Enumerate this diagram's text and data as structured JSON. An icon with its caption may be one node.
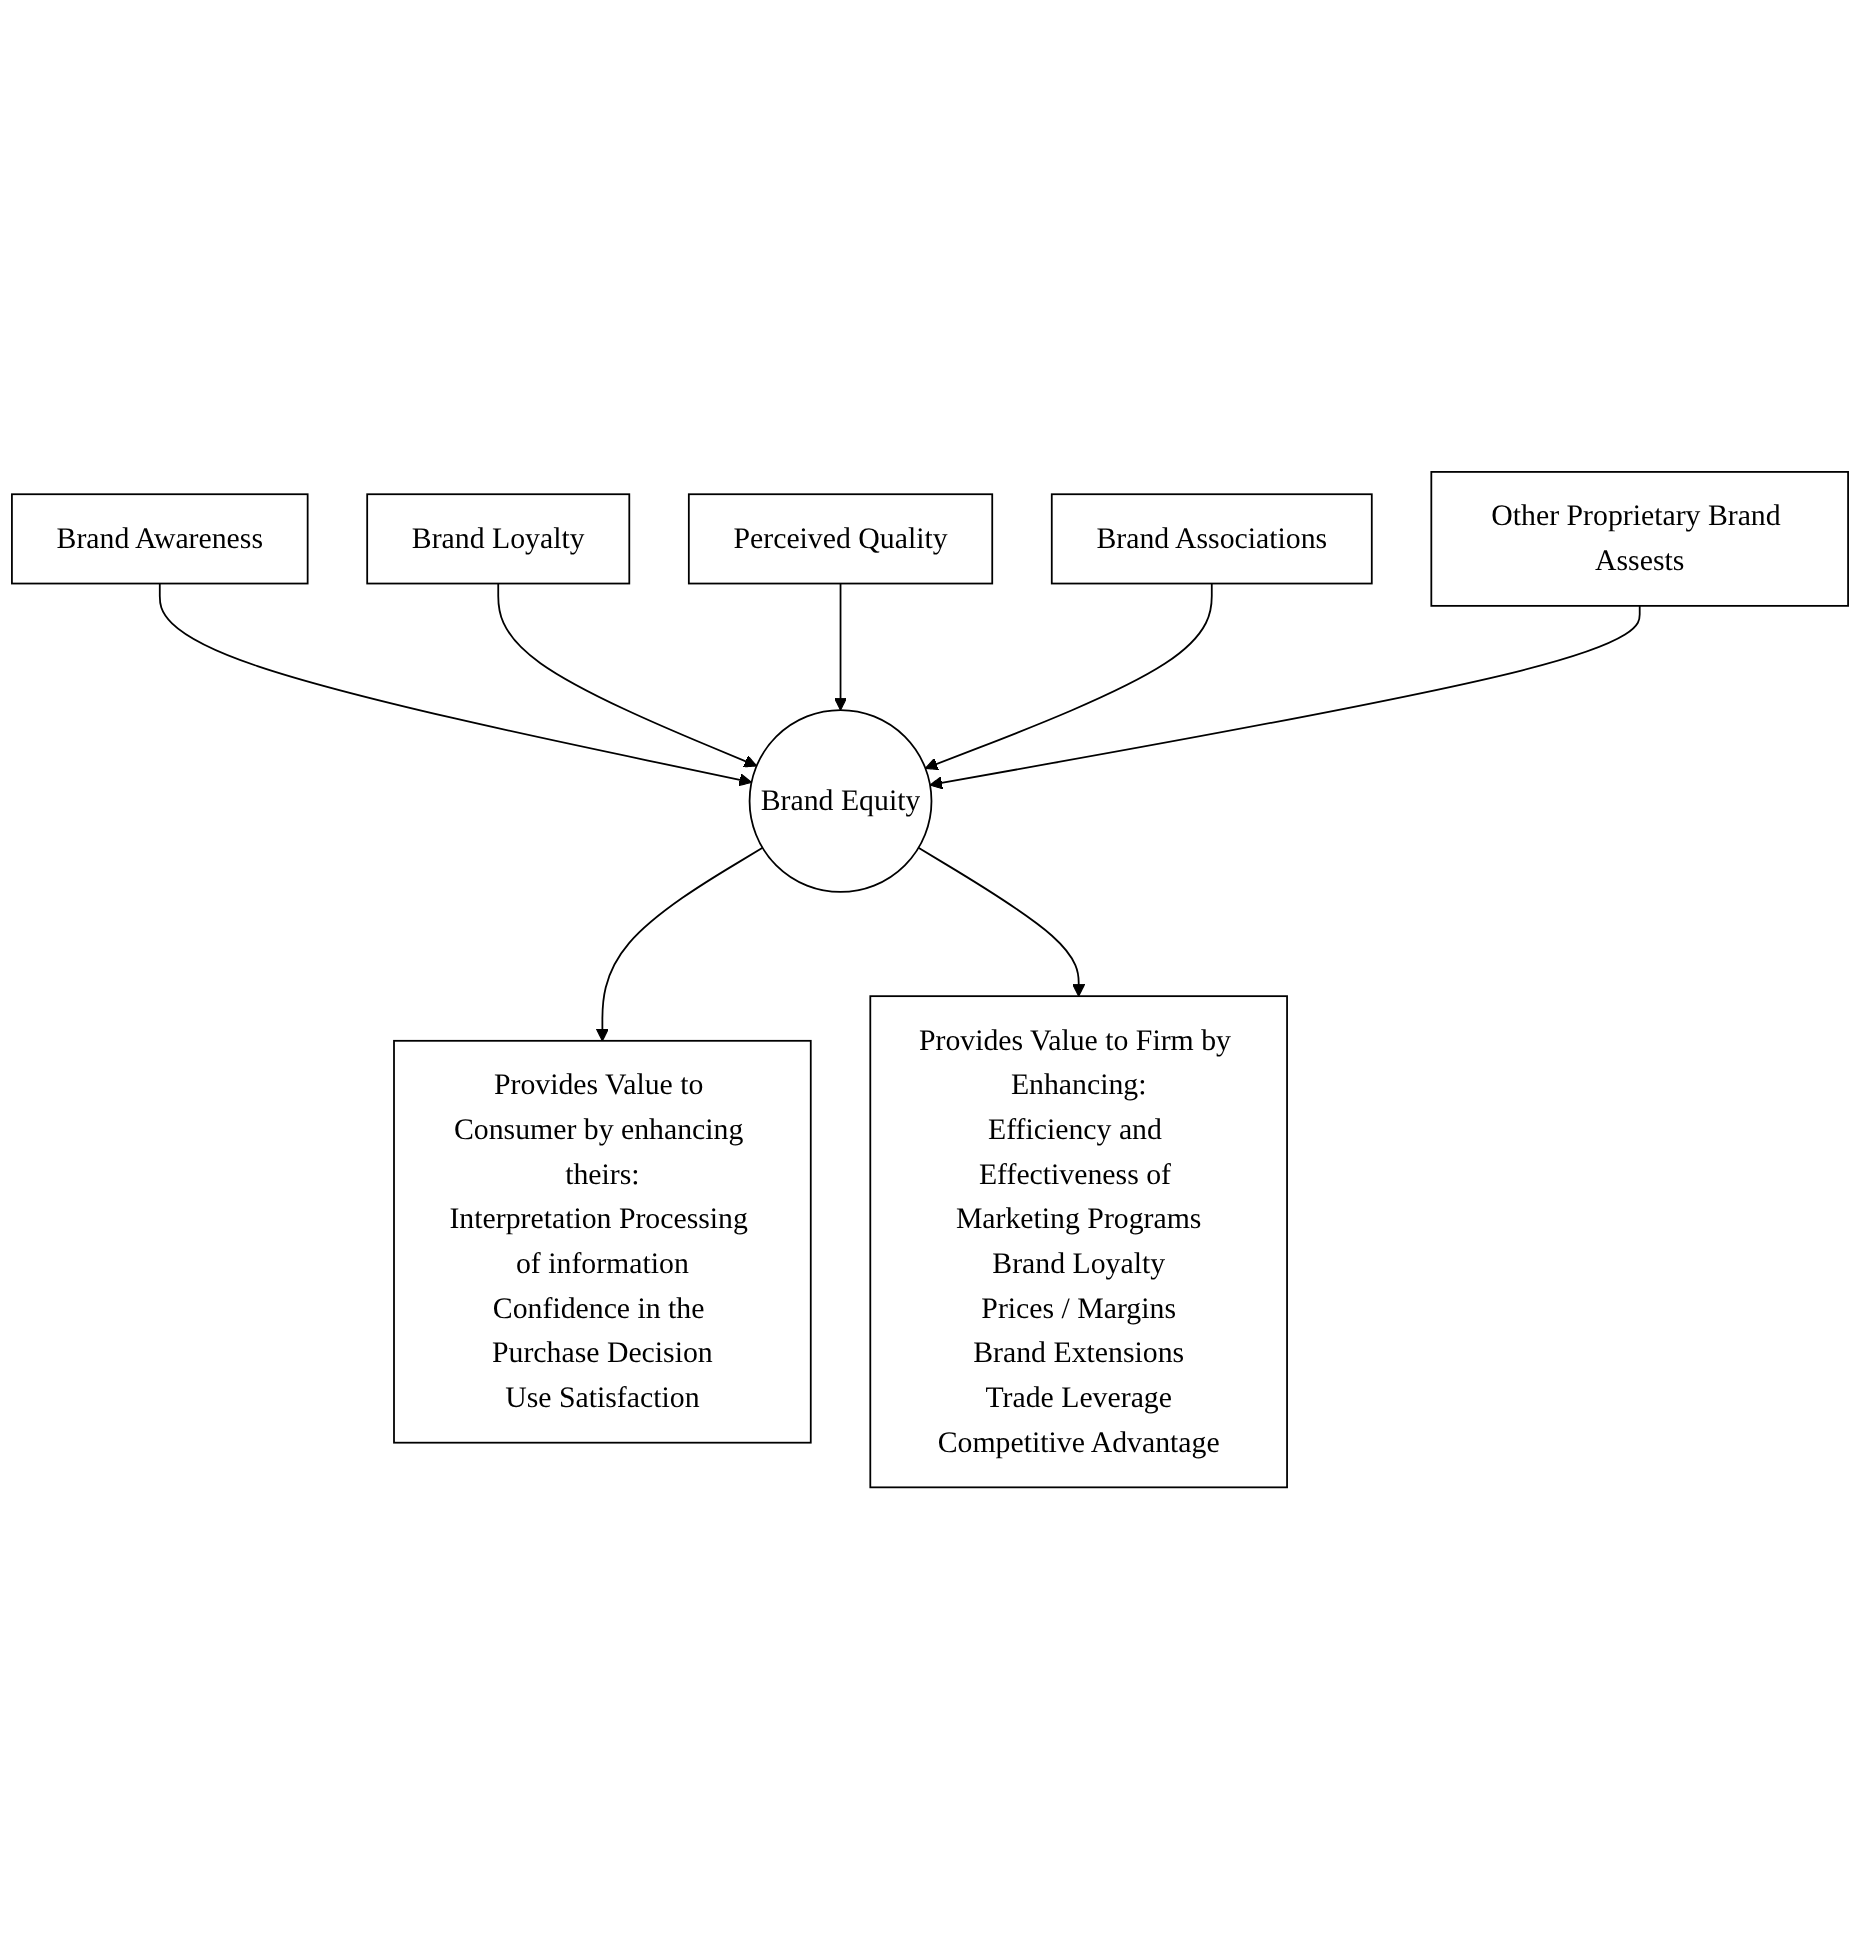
{
  "diagram": {
    "nodes": [
      {
        "text": [
          "Perceived Quality"
        ]
      },
      {
        "text": [
          "Brand Awareness"
        ]
      },
      {
        "text": [
          "Brand Associations"
        ]
      },
      {
        "text": [
          "Brand Loyalty"
        ]
      },
      {
        "text": [
          "Other Proprietary Brand Assests"
        ]
      },
      {
        "text": [
          "Brand Equity"
        ]
      },
      {
        "text": [
          "Provides Value to Consumer by enhancing theirs:",
          "Interpretation Processing of information",
          "Confidence in the Purchase Decision",
          "Use Satisfaction"
        ]
      },
      {
        "text": [
          "Provides Value to Firm by Enhancing:",
          "Efficiency and Effectiveness of Marketing Programs",
          "Brand Loyalty",
          "Prices / Margins",
          "Brand Extensions",
          "Trade Leverage",
          "Competitive Advantage"
        ]
      }
    ],
    "edges": [
      {
        "from": 1,
        "to": 5,
        "arrow": "to"
      },
      {
        "from": 3,
        "to": 5,
        "arrow": "to"
      },
      {
        "from": 0,
        "to": 5,
        "arrow": "to"
      },
      {
        "from": 2,
        "to": 5,
        "arrow": "to"
      },
      {
        "from": 4,
        "to": 5,
        "arrow": "to"
      },
      {
        "from": 5,
        "to": 6,
        "arrow": "to"
      },
      {
        "from": 5,
        "to": 7,
        "arrow": "to"
      }
    ]
  }
}
